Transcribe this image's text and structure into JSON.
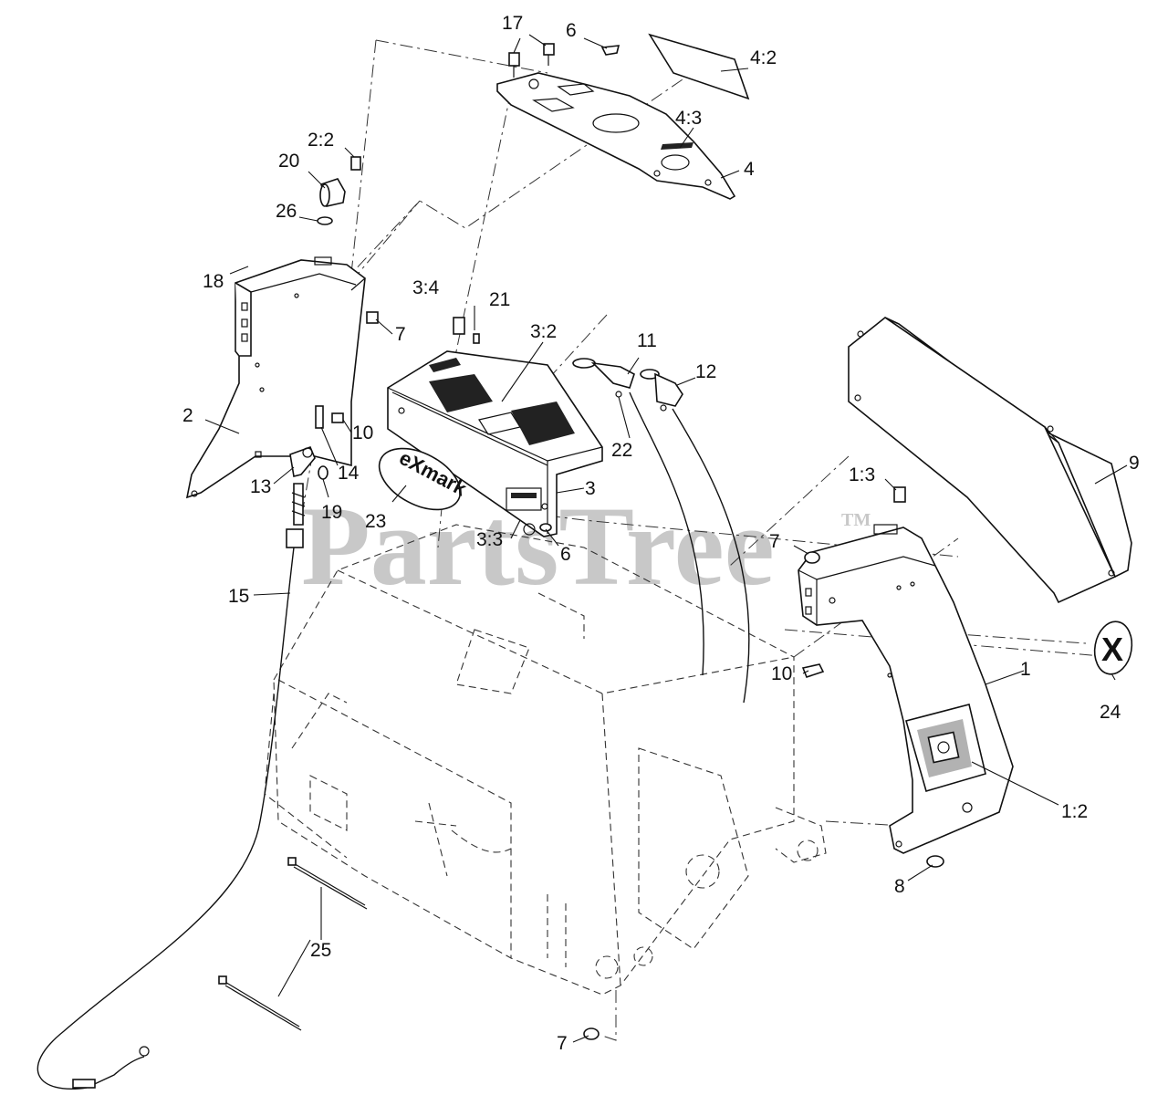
{
  "watermark": {
    "text": "PartsTree",
    "tm": "TM"
  },
  "brand": {
    "logo_text": "eXmark",
    "logo_mark": "X"
  },
  "callouts": [
    {
      "id": "c-17",
      "text": "17"
    },
    {
      "id": "c-6-top",
      "text": "6"
    },
    {
      "id": "c-4-2",
      "text": "4:2"
    },
    {
      "id": "c-4-3",
      "text": "4:3"
    },
    {
      "id": "c-4",
      "text": "4"
    },
    {
      "id": "c-2-2",
      "text": "2:2"
    },
    {
      "id": "c-20",
      "text": "20"
    },
    {
      "id": "c-26",
      "text": "26"
    },
    {
      "id": "c-18",
      "text": "18"
    },
    {
      "id": "c-7-left",
      "text": "7"
    },
    {
      "id": "c-3-4",
      "text": "3:4"
    },
    {
      "id": "c-21",
      "text": "21"
    },
    {
      "id": "c-3-2",
      "text": "3:2"
    },
    {
      "id": "c-11",
      "text": "11"
    },
    {
      "id": "c-12",
      "text": "12"
    },
    {
      "id": "c-2",
      "text": "2"
    },
    {
      "id": "c-10-left",
      "text": "10"
    },
    {
      "id": "c-14",
      "text": "14"
    },
    {
      "id": "c-13",
      "text": "13"
    },
    {
      "id": "c-19",
      "text": "19"
    },
    {
      "id": "c-22",
      "text": "22"
    },
    {
      "id": "c-3",
      "text": "3"
    },
    {
      "id": "c-9",
      "text": "9"
    },
    {
      "id": "c-1-3",
      "text": "1:3"
    },
    {
      "id": "c-23",
      "text": "23"
    },
    {
      "id": "c-3-3",
      "text": "3:3"
    },
    {
      "id": "c-6-mid",
      "text": "6"
    },
    {
      "id": "c-7-right",
      "text": "7"
    },
    {
      "id": "c-15",
      "text": "15"
    },
    {
      "id": "c-10-right",
      "text": "10"
    },
    {
      "id": "c-1",
      "text": "1"
    },
    {
      "id": "c-24",
      "text": "24"
    },
    {
      "id": "c-1-2",
      "text": "1:2"
    },
    {
      "id": "c-8",
      "text": "8"
    },
    {
      "id": "c-25",
      "text": "25"
    },
    {
      "id": "c-7-bottom",
      "text": "7"
    }
  ]
}
